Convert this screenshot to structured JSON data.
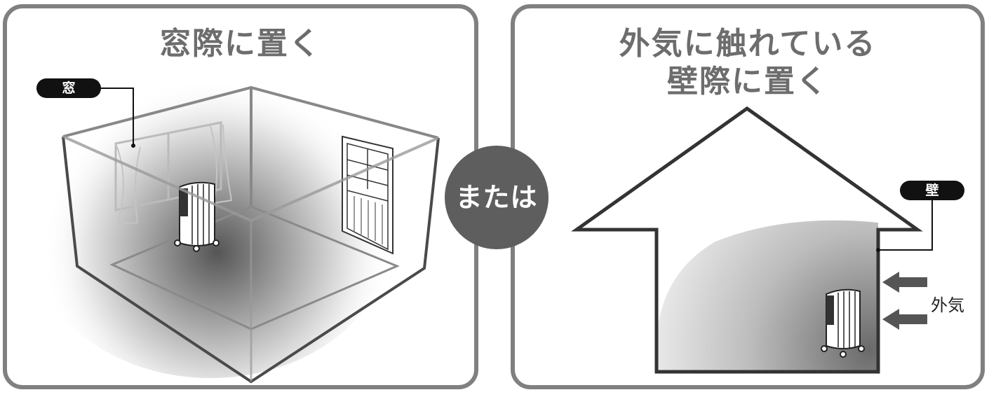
{
  "left_panel": {
    "title": "窓際に置く",
    "window_tag": "窓"
  },
  "or_label": "または",
  "right_panel": {
    "title_line1": "外気に触れている",
    "title_line2": "壁際に置く",
    "wall_tag": "壁",
    "outside_air_label": "外気"
  },
  "colors": {
    "panel_border": "#808080",
    "title_text": "#6d6d6d",
    "tag_bg": "#111111",
    "or_circle": "#5e5e5e"
  },
  "icons": [
    "oil-heater-icon",
    "window-icon",
    "door-icon",
    "house-icon",
    "arrow-left-icon"
  ]
}
